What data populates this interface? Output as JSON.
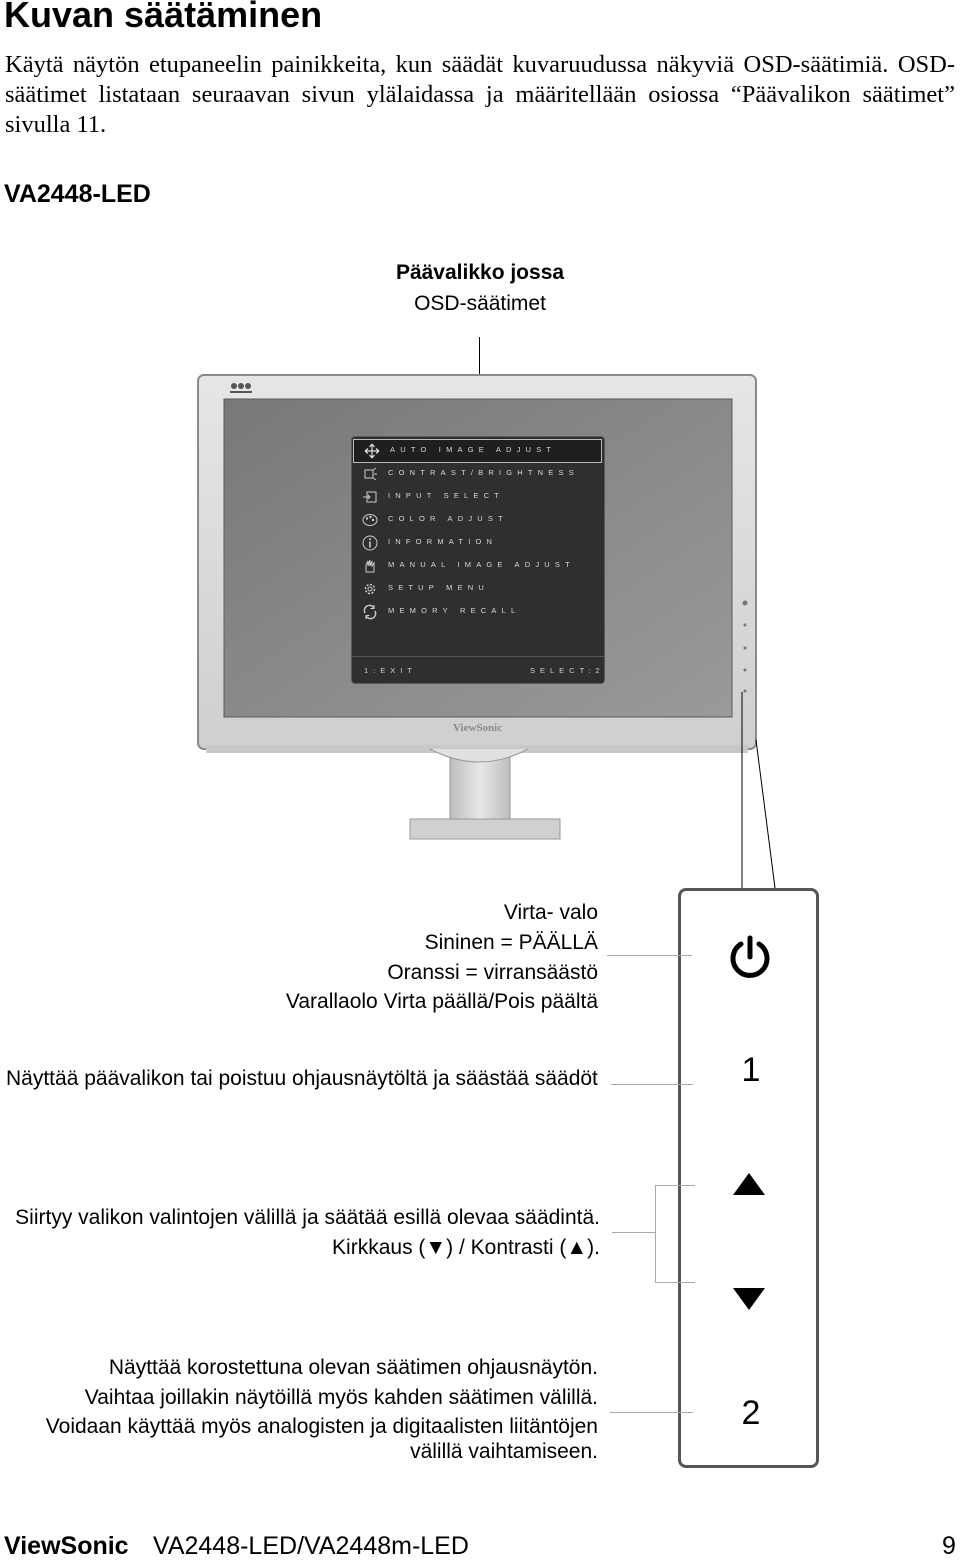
{
  "title": "Kuvan säätäminen",
  "intro": "Käytä näytön etupaneelin painikkeita, kun säädät kuvaruudussa näkyviä OSD-säätimiä. OSD-säätimet listataan seuraavan sivun ylälaidassa ja määritellään osiossa “Päävalikon säätimet” sivulla 11.",
  "model": "VA2448-LED",
  "main_menu_callout": {
    "line1": "Päävalikko jossa",
    "line2": "OSD-säätimet"
  },
  "monitor": {
    "brand": "ViewSonic",
    "osd": {
      "items": [
        {
          "label": "AUTO IMAGE ADJUST",
          "icon": "auto-adjust-icon"
        },
        {
          "label": "CONTRAST/BRIGHTNESS",
          "icon": "contrast-brightness-icon"
        },
        {
          "label": "INPUT SELECT",
          "icon": "input-select-icon"
        },
        {
          "label": "COLOR ADJUST",
          "icon": "color-adjust-icon"
        },
        {
          "label": "INFORMATION",
          "icon": "information-icon"
        },
        {
          "label": "MANUAL IMAGE ADJUST",
          "icon": "manual-adjust-icon"
        },
        {
          "label": "SETUP MENU",
          "icon": "setup-menu-icon"
        },
        {
          "label": "MEMORY RECALL",
          "icon": "memory-recall-icon"
        }
      ],
      "footer_left": "1:EXIT",
      "footer_right": "SELECT:2"
    }
  },
  "power_callout": {
    "line1": "Virta- valo",
    "line2": "Sininen = PÄÄLLÄ",
    "line3": "Oranssi = virransäästö",
    "line4": "Varallaolo Virta päällä/Pois päältä"
  },
  "button1_callout": "Näyttää päävalikon tai poistuu ohjausnäytöltä ja säästää säädöt",
  "arrows_callout": {
    "line1": "Siirtyy valikon valintojen välillä ja säätää esillä olevaa säädintä.",
    "line2": "Kirkkaus (▼) / Kontrasti (▲)."
  },
  "button2_callout": {
    "line1": "Näyttää korostettuna olevan säätimen ohjausnäytön.",
    "line2": "Vaihtaa joillakin näytöillä myös kahden säätimen välillä.",
    "line3": "Voidaan käyttää myös analogisten ja digitaalisten liitäntöjen",
    "line4": "välillä vaihtamiseen."
  },
  "control_buttons": {
    "button1": "1",
    "button2": "2",
    "power_icon": "power-icon",
    "up_icon": "up-arrow-icon",
    "down_icon": "down-arrow-icon"
  },
  "footer": {
    "brand": "ViewSonic",
    "model": "VA2448-LED/VA2448m-LED",
    "page": "9"
  }
}
